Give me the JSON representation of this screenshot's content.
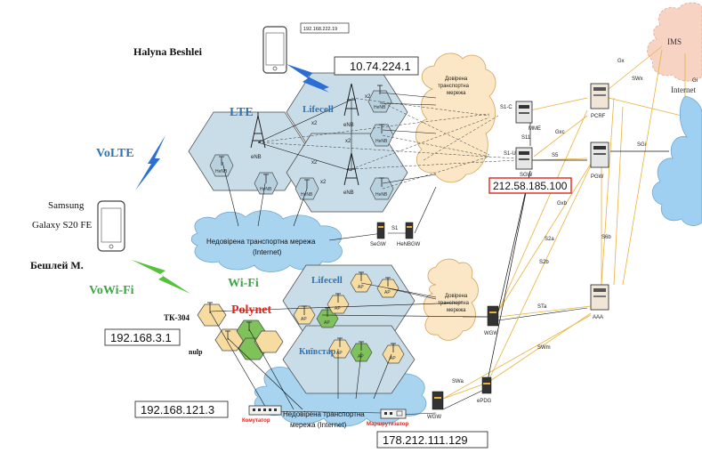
{
  "people": {
    "top_name": "Halyna Beshlei",
    "bottom_name": "Бешлей М."
  },
  "device": {
    "line1": "Samsung",
    "line2": "Galaxy S20 FE"
  },
  "phone_top_ip": "192.168.222.19",
  "tech": {
    "volte": "VoLTE",
    "vowifi": "VoWi-Fi",
    "lte": "LTE",
    "wifi": "Wi-Fi",
    "polynet": "Polynet"
  },
  "operators": {
    "lifecell_lte": "Lifecell",
    "lifecell_wifi": "Lifecell",
    "kyivstar": "Київстар"
  },
  "ips": {
    "lte_ip": "10.74.224.1",
    "sgw_ip": "212.58.185.100",
    "polynet_ip": "192.168.3.1",
    "router_ip": "192.168.121.3",
    "internet_ip": "178.212.111.129"
  },
  "sites": {
    "tk304": "ТК-304",
    "nulp": "nulp"
  },
  "clouds": {
    "trusted_top": "Довірена транспортна мережа",
    "trusted_bottom": "Довірена транспортна мережа",
    "untrusted_top": "Недовірена транспортна мережа (Internet)",
    "untrusted_bottom": "Недовірена транспортна мережа (Internet)",
    "ims": "IMS",
    "internet": "Internet"
  },
  "nodes": {
    "enb": "eNB",
    "henb": "HeNB",
    "ap": "AP",
    "mme": "MME",
    "sgw": "SGW",
    "pgw": "PGW",
    "pcrf": "PCRF",
    "aaa": "AAA",
    "wgw": "WGW",
    "epdg": "ePDG",
    "segw": "SeGW",
    "henbgw": "HeNBGW",
    "commutator": "Комутатор",
    "router": "Маршрутизатор"
  },
  "interfaces": {
    "x2": "x2",
    "s1": "S1",
    "s1c": "S1-C",
    "s1u": "S1-U",
    "s11": "S11",
    "s5": "S5",
    "gxc": "Gxc",
    "gx": "Gx",
    "swx": "SWx",
    "gi": "Gi",
    "sgi": "SGi",
    "s6b": "S6b",
    "s2a": "S2a",
    "s2b": "S2b",
    "sta": "STa",
    "swm": "SWm",
    "swa": "SWa",
    "gxb": "Gxb"
  },
  "colors": {
    "hex_fill": "#c9dde8",
    "hex_stroke": "#4a4a4a",
    "wifi_hex_fill": "#f6dca0",
    "wifi_green": "#7fc25b",
    "trusted_cloud": "#fbe7c6",
    "untrusted_cloud": "#a9d4ef",
    "internet_cloud": "#9fd0f2",
    "ims_cloud": "#f7d3c3",
    "interface_line": "#e8b23c",
    "volte_blue": "#2e75b6",
    "wifi_green_text": "#3aa845",
    "polynet_red": "#e0241b",
    "zigzag_blue": "#2b6fd4",
    "zigzag_green": "#55c23a",
    "sgw_box": "#e0241b"
  }
}
